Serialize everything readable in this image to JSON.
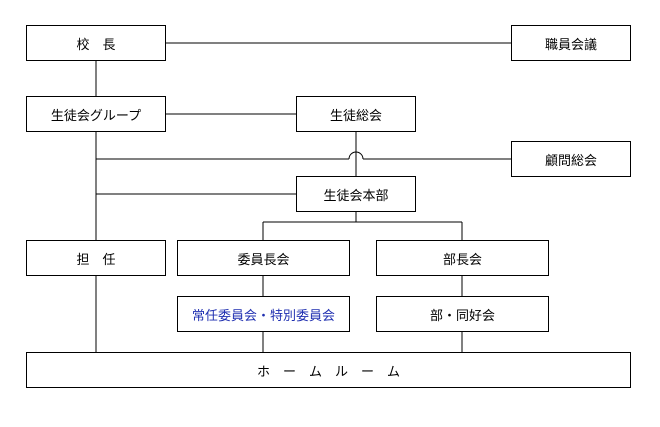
{
  "org_chart": {
    "principal": "校　長",
    "staff_meeting": "職員会議",
    "student_council_group": "生徒会グループ",
    "general_assembly": "生徒総会",
    "advisory_council": "顧問総会",
    "council_headquarters": "生徒会本部",
    "homeroom_teacher": "担　任",
    "committee_chairs": "委員長会",
    "club_captains": "部長会",
    "committees": "常任委員会・特別委員会",
    "clubs": "部・同好会",
    "homeroom": "ホ　ー　ム　ル　ー　ム"
  },
  "colors": {
    "line": "#000000",
    "committees_text": "#1f2fb0"
  }
}
